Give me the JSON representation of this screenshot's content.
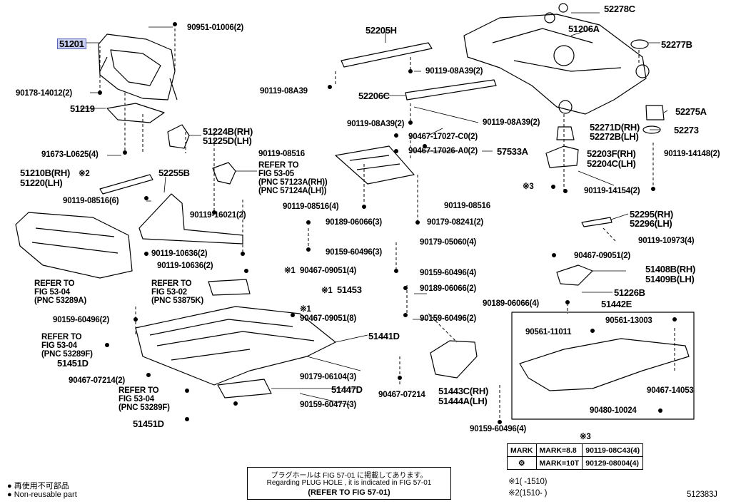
{
  "figure_id": "512383J",
  "legend": {
    "jp": "● 再使用不可部品",
    "en": "● Non-reusable part"
  },
  "note": {
    "jp": "プラグホールは FIG 57-01 に掲載してあります。",
    "en": "Regarding PLUG HOLE , it is indicated in FIG 57-01",
    "ref": "(REFER TO FIG 57-01)"
  },
  "mark_table": {
    "ref": "※3",
    "header": "MARK",
    "rows": [
      {
        "mark": "MARK=8.8",
        "part": "90119-08C43(4)"
      },
      {
        "mark": "MARK=10T",
        "part": "90129-08004(4)"
      }
    ]
  },
  "footnotes": {
    "n1": "※1(      -1510)",
    "n2": "※2(1510-      )"
  },
  "labels": {
    "p51201": "51201",
    "p90951": "90951-01006(2)",
    "p90178": "90178-14012(2)",
    "p51219": "51219",
    "p51224b": "51224B(RH)",
    "p51225d": "51225D(LH)",
    "p91673": "91673-L0625(4)",
    "p51210b": "51210B(RH)",
    "p51220": "51220(LH)",
    "star2": "※2",
    "p08516_6": "90119-08516(6)",
    "p52255b": "52255B",
    "ref5305a": "REFER TO",
    "ref5305b": "FIG 53-05",
    "ref5305c": "(PNC 57123A(RH))",
    "ref5305d": "(PNC 57124A(LH))",
    "p16021": "90119-16021(2)",
    "p10636a": "90119-10636(2)",
    "p10636b": "90119-10636(2)",
    "ref5304a1": "REFER TO",
    "ref5304a2": "FIG 53-04",
    "ref5304a3": "(PNC 53289A)",
    "ref5302a": "REFER TO",
    "ref5302b": "FIG 53-02",
    "ref5302c": "(PNC 53875K)",
    "p60496a": "90159-60496(2)",
    "ref5304b1": "REFER TO",
    "ref5304b2": "FIG 53-04",
    "ref5304b3": "(PNC 53289F)",
    "p51451d_a": "51451D",
    "p07214a": "90467-07214(2)",
    "ref5304c1": "REFER TO",
    "ref5304c2": "FIG 53-04",
    "ref5304c3": "(PNC 53289F)",
    "p51451d_b": "51451D",
    "p52205h": "52205H",
    "p08a39_2a": "90119-08A39(2)",
    "p08a39": "90119-08A39",
    "p52206c": "52206C",
    "p08a39_2b": "90119-08A39(2)",
    "p08a39_2c": "90119-08A39(2)",
    "p17027": "90467-17027-C0(2)",
    "p17026": "90467-17026-A0(2)",
    "p57533a": "57533A",
    "p08516": "90119-08516",
    "p08516_4": "90119-08516(4)",
    "p08516b": "90119-08516",
    "p08241": "90179-08241(2)",
    "p06066_3": "90189-06066(3)",
    "p05060": "90179-05060(4)",
    "p60496_3": "90159-60496(3)",
    "p60496_4": "90159-60496(4)",
    "star1a": "※1",
    "p09051_4": "90467-09051(4)",
    "star1b": "※1",
    "p51453": "51453",
    "p06066_2": "90189-06066(2)",
    "star1c": "※1",
    "p09051_8": "90467-09051(8)",
    "p60496_2b": "90159-60496(2)",
    "p51441d": "51441D",
    "p06104": "90179-06104(3)",
    "p51447d": "51447D",
    "p07214b": "90467-07214",
    "p60477": "90159-60477(3)",
    "p51443c": "51443C(RH)",
    "p51444a": "51444A(LH)",
    "p52278c": "52278C",
    "p51206a": "51206A",
    "p52277b": "52277B",
    "p52275a": "52275A",
    "p52271d": "52271D(RH)",
    "p52272b": "52272B(LH)",
    "p52273": "52273",
    "p52203f": "52203F(RH)",
    "p52204c": "52204C(LH)",
    "p14148": "90119-14148(2)",
    "star3": "※3",
    "p14154": "90119-14154(2)",
    "p52295": "52295(RH)",
    "p52296": "52296(LH)",
    "p10973": "90119-10973(4)",
    "p09051_2": "90467-09051(2)",
    "p51408b": "51408B(RH)",
    "p51409b": "51409B(LH)",
    "p51226b": "51226B",
    "p06066_4": "90189-06066(4)",
    "p51442e": "51442E",
    "p13003": "90561-13003",
    "p11011": "90561-11011",
    "p14053": "90467-14053",
    "p10024": "90480-10024",
    "p60496_4b": "90159-60496(4)"
  }
}
